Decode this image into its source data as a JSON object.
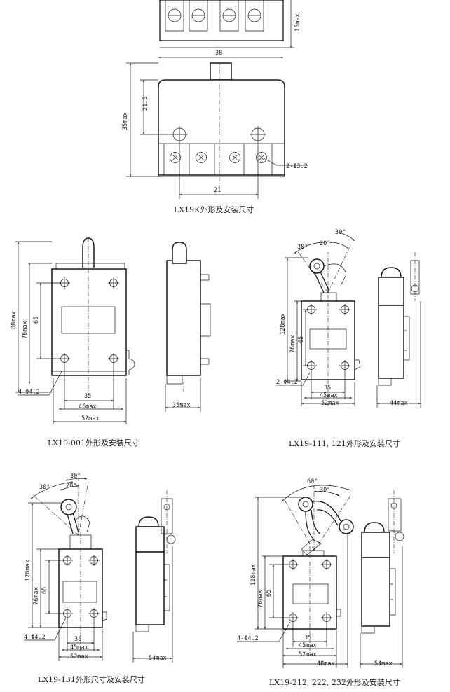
{
  "drawings": {
    "lx19k": {
      "caption": "LX19K外形及安装尺寸",
      "dims": {
        "d15max": "15max",
        "d38": "38",
        "d21_5": "21.5",
        "d35max": "35max",
        "hole": "2-Φ3.2",
        "d21": "21"
      }
    },
    "lx19_001": {
      "caption": "LX19-001外形及安装尺寸",
      "dims": {
        "d88max": "88max",
        "d76max": "76max",
        "d65": "65",
        "hole": "4-Φ4.2",
        "d35": "35",
        "d46max": "46max",
        "d52max": "52max",
        "d35max": "35max"
      }
    },
    "lx19_111": {
      "caption": "LX19-111, 121外形及安装尺寸",
      "dims": {
        "a30a": "30°",
        "a30b": "30°",
        "a20": "20°",
        "d128max": "128max",
        "d76max": "76max",
        "d65": "65",
        "hole": "2-Φ4.2",
        "d35": "35",
        "d45max": "45max",
        "d52max": "52max",
        "d44max": "44max"
      }
    },
    "lx19_131": {
      "caption": "LX19-131外形尺寸及安装尺寸",
      "dims": {
        "a30a": "30°",
        "a30b": "30°",
        "a20": "20°",
        "d128max": "128max",
        "d76max": "76max",
        "d65": "65",
        "hole": "4-Φ4.2",
        "d35": "35",
        "d45max": "45max",
        "d52max": "52max",
        "d54max": "54max"
      }
    },
    "lx19_212": {
      "caption": "LX19-212, 222, 232外形及安装尺寸",
      "dims": {
        "a60": "60°",
        "a30": "30°",
        "d128max": "128max",
        "d76max": "76max",
        "d65": "65",
        "hole": "4-Φ4.2",
        "d35": "35",
        "d45max": "45max",
        "d52max": "52max",
        "d48max": "48max",
        "d54max": "54max"
      }
    }
  }
}
